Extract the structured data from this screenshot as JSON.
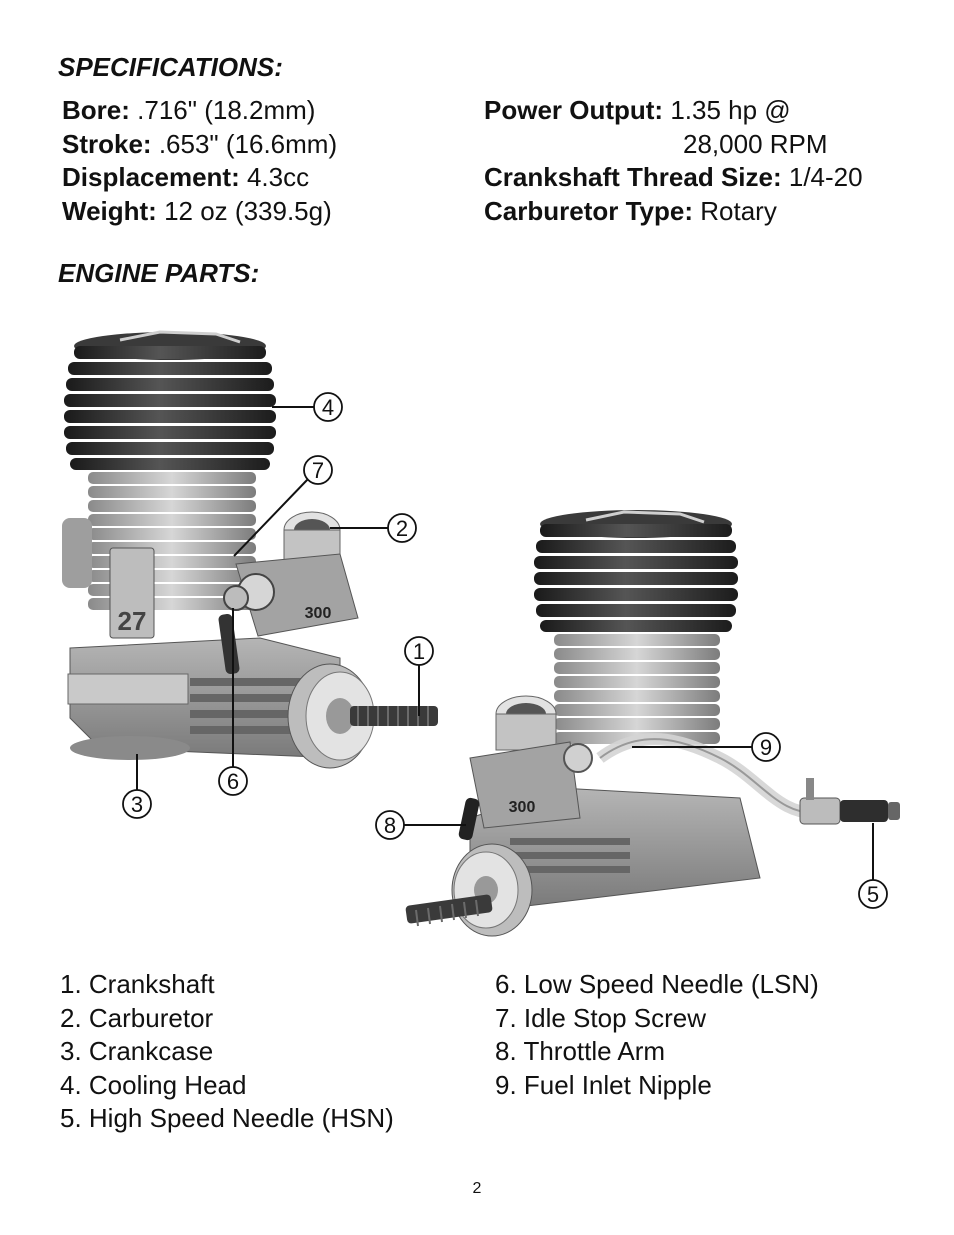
{
  "specifications": {
    "heading": "SPECIFICATIONS:",
    "left": [
      {
        "label": "Bore:",
        "value": ".716\" (18.2mm)"
      },
      {
        "label": "Stroke:",
        "value": ".653\" (16.6mm)"
      },
      {
        "label": "Displacement:",
        "value": "4.3cc"
      },
      {
        "label": "Weight:",
        "value": "12 oz (339.5g)"
      }
    ],
    "right": {
      "power_label": "Power Output:",
      "power_value": "1.35 hp @",
      "power_value_cont": "28,000 RPM",
      "thread_label": "Crankshaft Thread Size:",
      "thread_value": "1/4-20",
      "carb_label": "Carburetor Type:",
      "carb_value": "Rotary"
    }
  },
  "engine_parts": {
    "heading": "ENGINE PARTS:",
    "callouts": [
      "1",
      "2",
      "3",
      "4",
      "5",
      "6",
      "7",
      "8",
      "9"
    ],
    "engine_marking_left": "27",
    "engine_marking_carb": "300",
    "left_list": [
      "1. Crankshaft",
      "2. Carburetor",
      "3. Crankcase",
      "4. Cooling Head",
      "5. High Speed Needle (HSN)"
    ],
    "right_list": [
      "6. Low Speed Needle (LSN)",
      "7. Idle Stop Screw",
      "8. Throttle Arm",
      "9. Fuel Inlet Nipple"
    ]
  },
  "page_number": "2",
  "colors": {
    "text": "#111111",
    "engine_dark": "#2a2a2a",
    "engine_metal": "#a9a9a9",
    "engine_light": "#d8d8d8"
  }
}
